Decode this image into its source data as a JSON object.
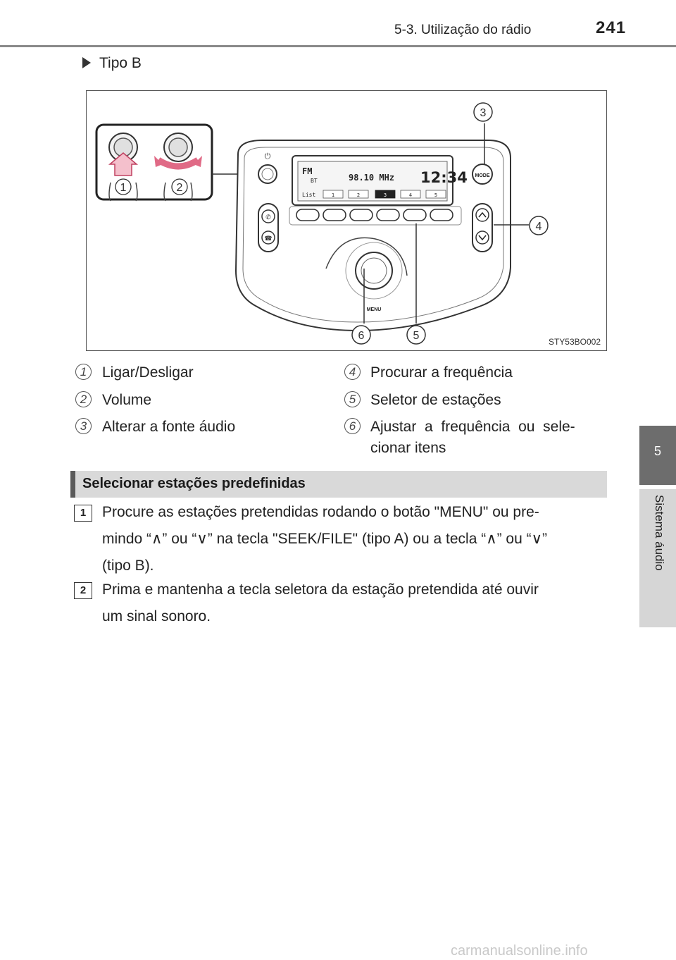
{
  "header": {
    "section": "5-3. Utilização do rádio",
    "page_number": "241"
  },
  "side_tab": {
    "chapter_number": "5",
    "chapter_title": "Sistema áudio"
  },
  "type_label": "Tipo B",
  "figure": {
    "code": "STY53BO002",
    "display": {
      "band": "FM",
      "source": "BT",
      "frequency": "98.10 MHz",
      "clock": "12:34",
      "list_label": "List",
      "presets": [
        "1",
        "2",
        "3",
        "4",
        "5"
      ]
    },
    "button_labels": {
      "mode": "MODE",
      "menu": "MENU"
    },
    "callouts": [
      "1",
      "2",
      "3",
      "4",
      "5",
      "6"
    ]
  },
  "legend": [
    {
      "num": "1",
      "text": "Ligar/Desligar"
    },
    {
      "num": "2",
      "text": "Volume"
    },
    {
      "num": "3",
      "text": "Alterar a fonte áudio"
    },
    {
      "num": "4",
      "text": "Procurar a frequência"
    },
    {
      "num": "5",
      "text": "Seletor de estações"
    },
    {
      "num": "6",
      "text_line1": "Ajustar  a  frequência  ou  sele-",
      "text_line2": "cionar itens"
    }
  ],
  "section_title": "Selecionar estações predefinidas",
  "steps": [
    {
      "num": "1",
      "line1": "Procure as estações pretendidas rodando o botão \"MENU\" ou pre-",
      "line2": "mindo “∧” ou “∨” na tecla \"SEEK/FILE\" (tipo A) ou a tecla “∧” ou “∨”",
      "line3": "(tipo B)."
    },
    {
      "num": "2",
      "line1": "Prima e mantenha a tecla seletora da estação pretendida até ouvir",
      "line2": "um sinal sonoro."
    }
  ],
  "watermark": "carmanualsonline.info"
}
